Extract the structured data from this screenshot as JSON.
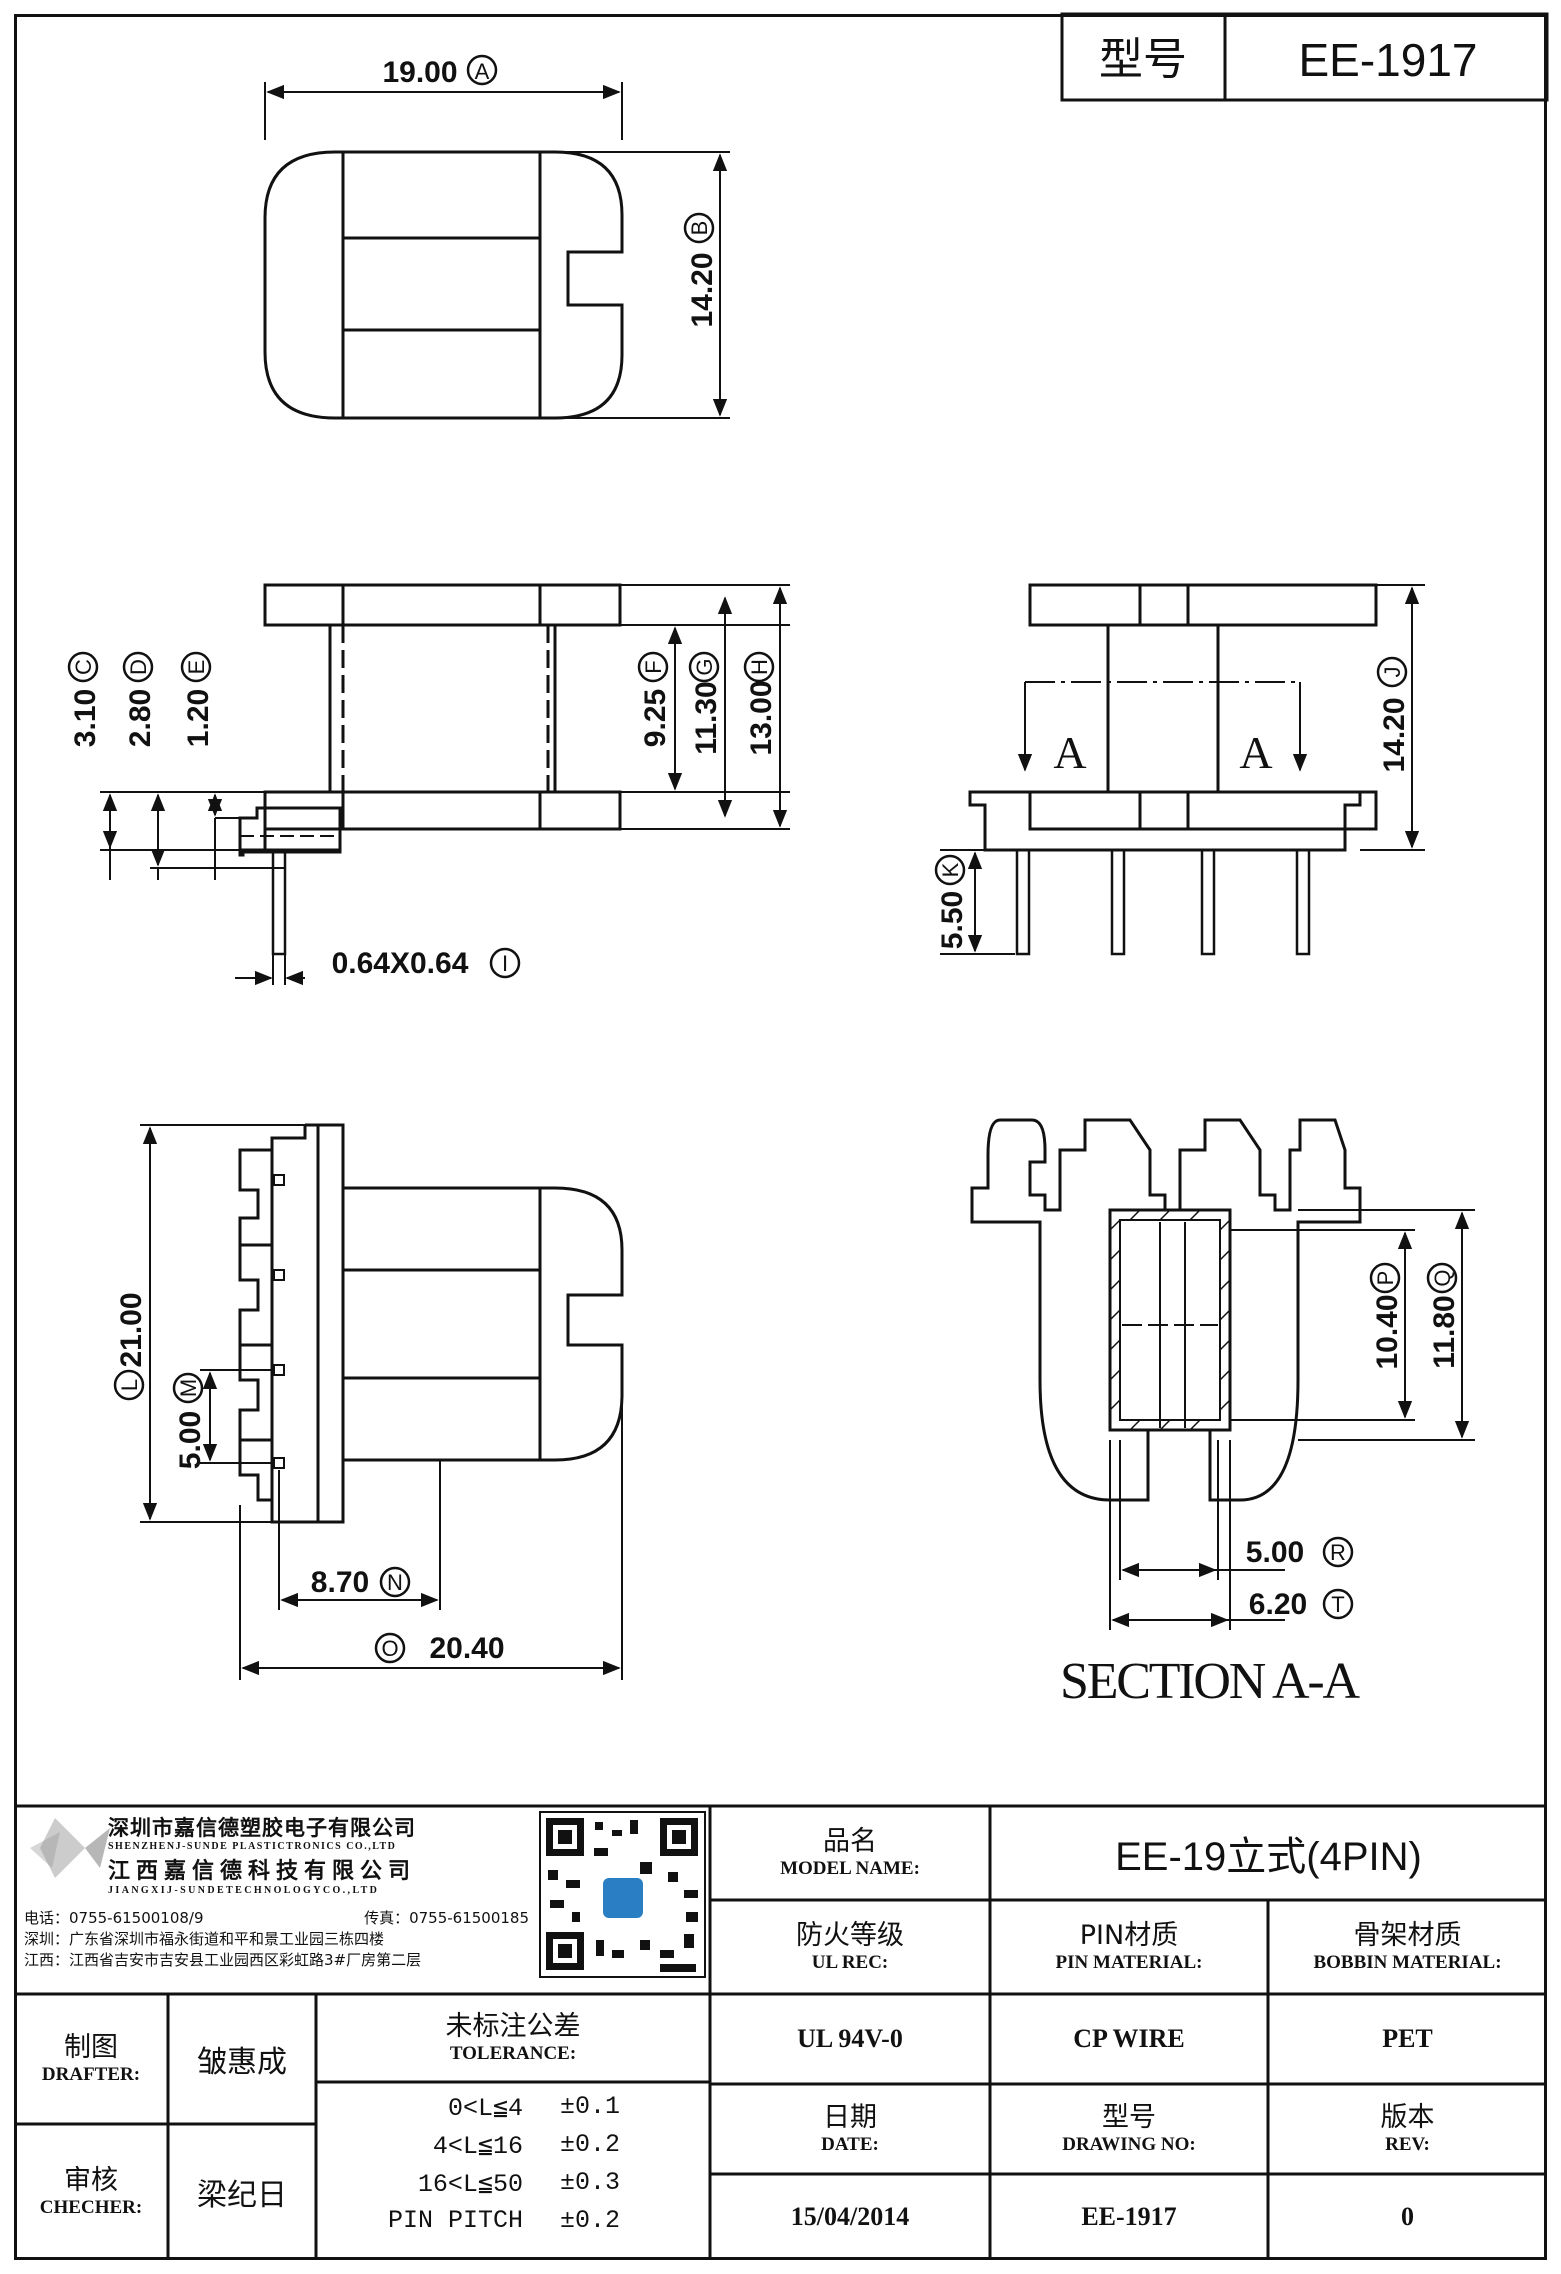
{
  "header": {
    "type_label": "型号",
    "model": "EE-1917"
  },
  "dimensions": {
    "A": {
      "value": "19.00",
      "tag": "A"
    },
    "B": {
      "value": "14.20",
      "tag": "B"
    },
    "C": {
      "value": "3.10",
      "tag": "C"
    },
    "D": {
      "value": "2.80",
      "tag": "D"
    },
    "E": {
      "value": "1.20",
      "tag": "E"
    },
    "F": {
      "value": "9.25",
      "tag": "F"
    },
    "G": {
      "value": "11.30",
      "tag": "G"
    },
    "H": {
      "value": "13.00",
      "tag": "H"
    },
    "I": {
      "value": "0.64X0.64",
      "tag": "I"
    },
    "J": {
      "value": "14.20",
      "tag": "J"
    },
    "K": {
      "value": "5.50",
      "tag": "K"
    },
    "L": {
      "value": "21.00",
      "tag": "L"
    },
    "M": {
      "value": "5.00",
      "tag": "M"
    },
    "N": {
      "value": "8.70",
      "tag": "N"
    },
    "O": {
      "value": "20.40",
      "tag": "O"
    },
    "P": {
      "value": "10.40",
      "tag": "P"
    },
    "Q": {
      "value": "11.80",
      "tag": "Q"
    },
    "R": {
      "value": "5.00",
      "tag": "R"
    },
    "T": {
      "value": "6.20",
      "tag": "T"
    }
  },
  "section": {
    "label": "SECTION A-A",
    "marker": "A"
  },
  "company": {
    "name_cn_1": "深圳市嘉信德塑胶电子有限公司",
    "name_en_1": "SHENZHENJ-SUNDE PLASTICTRONICS CO.,LTD",
    "name_cn_2": "江西嘉信德科技有限公司",
    "name_en_2": "JIANGXIJ-SUNDETECHNOLOGYCO.,LTD",
    "phone": "电话：0755-61500108/9",
    "fax": "传真：0755-61500185",
    "addr_sz": "深圳：广东省深圳市福永街道和平和景工业园三栋四楼",
    "addr_jx": "江西：江西省吉安市吉安县工业园西区彩虹路3#厂房第二层"
  },
  "title_block": {
    "model_name_cn": "品名",
    "model_name_en": "MODEL NAME:",
    "model_name_value": "EE-19立式(4PIN)",
    "ul_cn": "防火等级",
    "ul_en": "UL REC:",
    "ul_value": "UL 94V-0",
    "pin_cn": "PIN材质",
    "pin_en": "PIN MATERIAL:",
    "pin_value": "CP WIRE",
    "bobbin_cn": "骨架材质",
    "bobbin_en": "BOBBIN MATERIAL:",
    "bobbin_value": "PET",
    "drafter_cn": "制图",
    "drafter_en": "DRAFTER:",
    "drafter_value": "皱惠成",
    "checker_cn": "审核",
    "checker_en": "CHECHER:",
    "checker_value": "梁纪日",
    "tol_cn": "未标注公差",
    "tol_en": "TOLERANCE:",
    "tol_rows": [
      {
        "range": "0<L≦4",
        "value": "±0.1"
      },
      {
        "range": "4<L≦16",
        "value": "±0.2"
      },
      {
        "range": "16<L≦50",
        "value": "±0.3"
      },
      {
        "range": "PIN PITCH",
        "value": "±0.2"
      }
    ],
    "date_cn": "日期",
    "date_en": "DATE:",
    "date_value": "15/04/2014",
    "drawno_cn": "型号",
    "drawno_en": "DRAWING NO:",
    "drawno_value": "EE-1917",
    "rev_cn": "版本",
    "rev_en": "REV:",
    "rev_value": "0"
  }
}
